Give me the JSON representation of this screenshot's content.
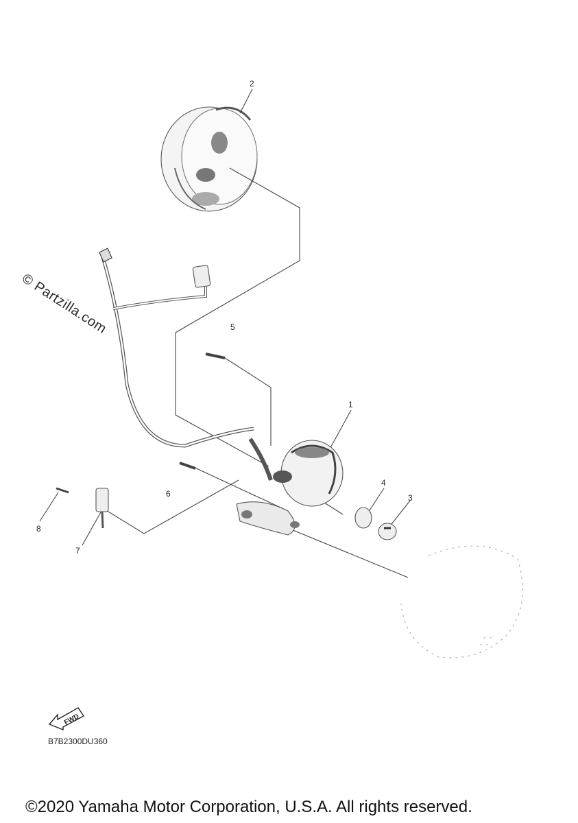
{
  "watermark": "© Partzilla.com",
  "callouts": [
    {
      "id": "1",
      "label": "1"
    },
    {
      "id": "2",
      "label": "2"
    },
    {
      "id": "3",
      "label": "3"
    },
    {
      "id": "4",
      "label": "4"
    },
    {
      "id": "5",
      "label": "5"
    },
    {
      "id": "6",
      "label": "6"
    },
    {
      "id": "7",
      "label": "7"
    },
    {
      "id": "8",
      "label": "8"
    }
  ],
  "fwd_label": "FWD",
  "diagram_code": "B7B2300DU360",
  "copyright": "©2020 Yamaha Motor Corporation, U.S.A. All rights reserved.",
  "icons": {
    "fwd": "forward-arrow-icon"
  }
}
